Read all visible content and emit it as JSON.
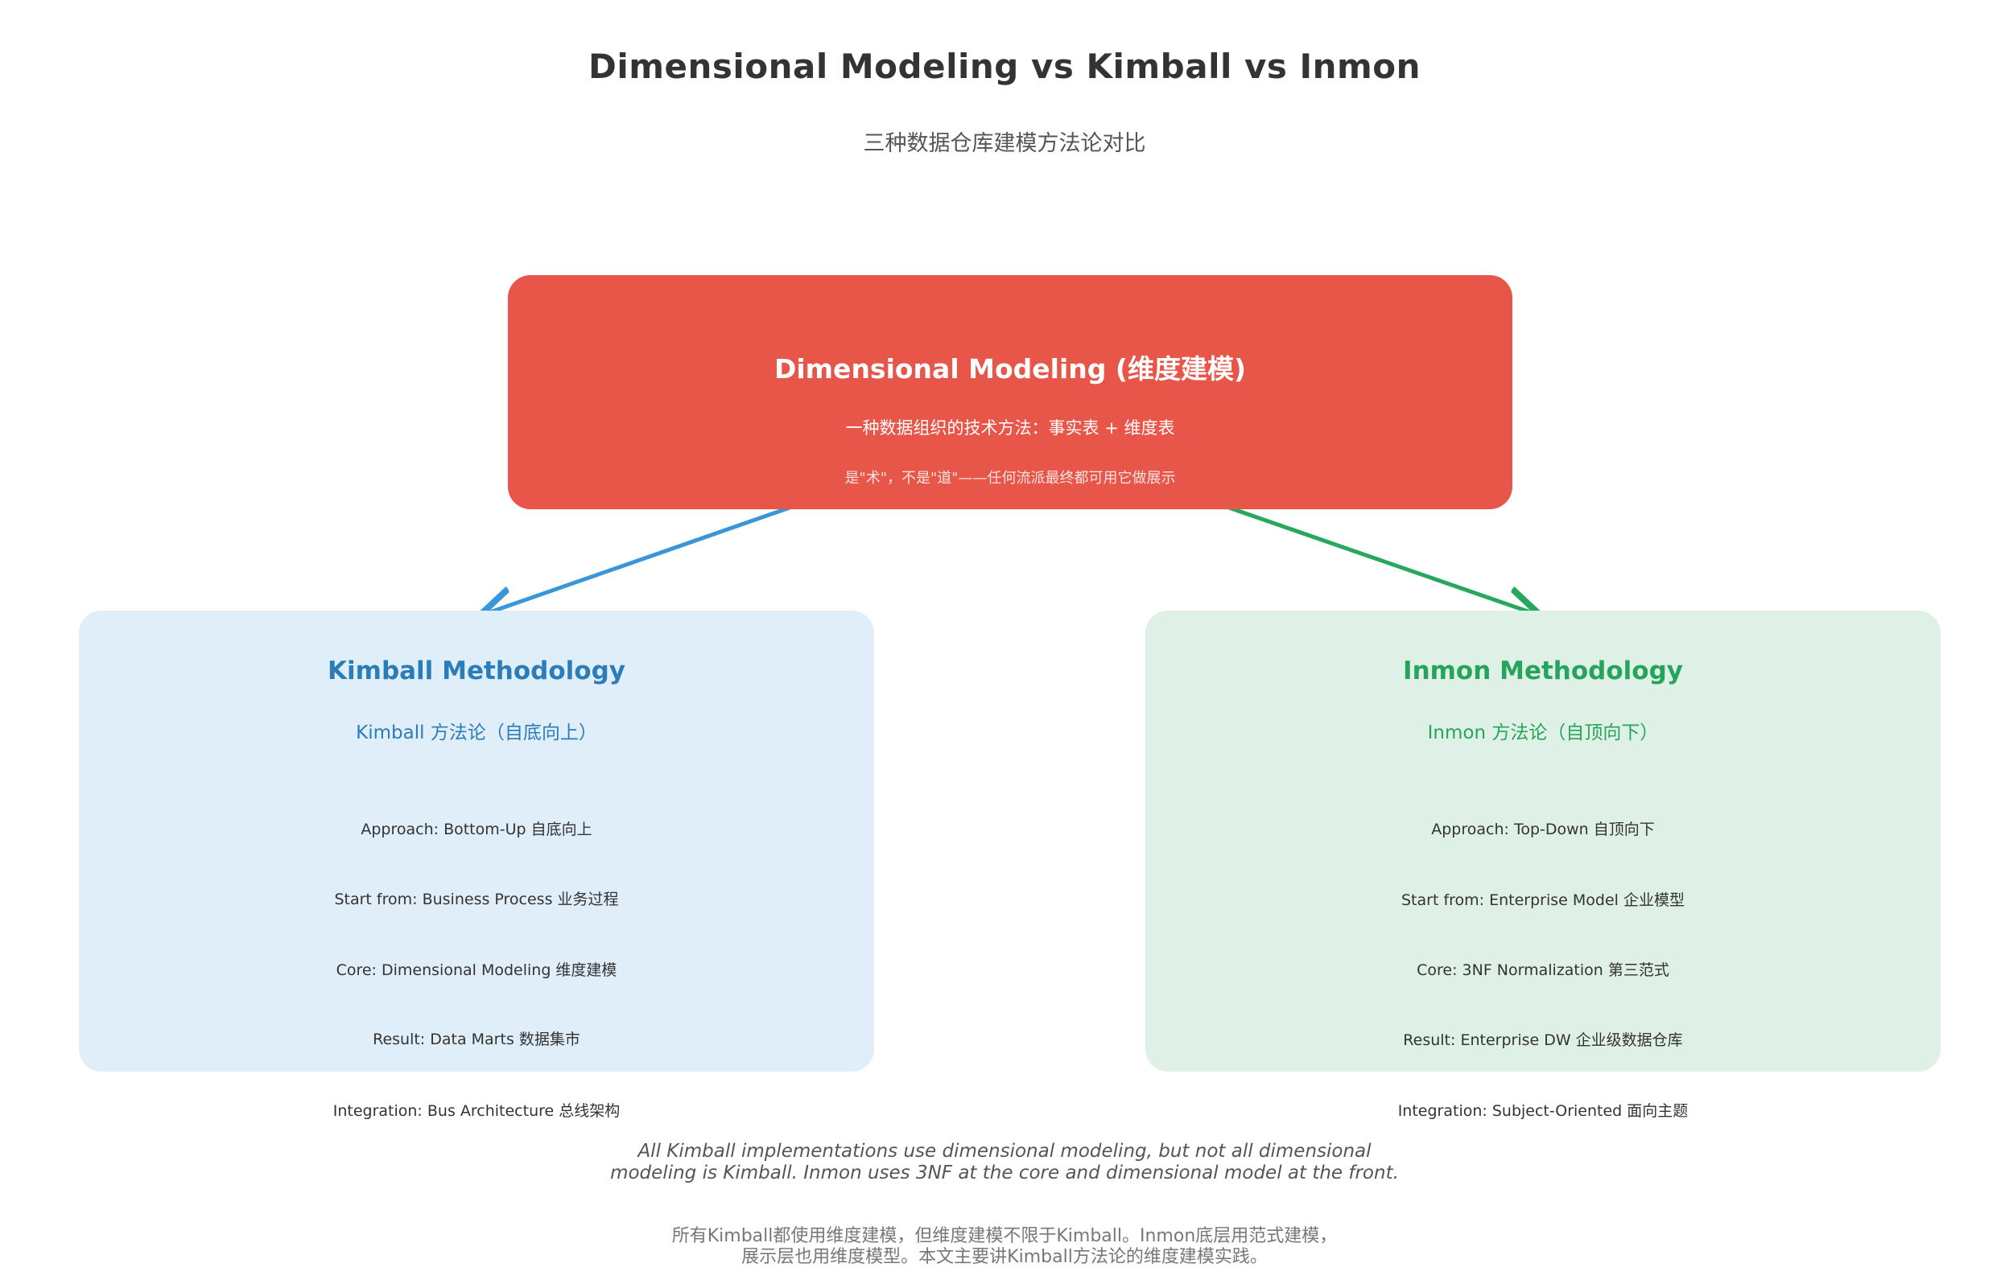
{
  "header": {
    "title": "Dimensional Modeling vs Kimball vs Inmon",
    "subtitle": "三种数据仓库建模方法论对比"
  },
  "top_box": {
    "title": "Dimensional Modeling (维度建模)",
    "line1": "一种数据组织的技术方法：事实表 + 维度表",
    "line2": "是\"术\"，不是\"道\"——任何流派最终都可用它做展示",
    "color": "#e85549"
  },
  "kimball": {
    "title": "Kimball Methodology",
    "subtitle": "Kimball 方法论（自底向上）",
    "color": "#2a7db8",
    "background": "#e0eef9",
    "arrow_color": "#3a96d8",
    "features": [
      "Approach: Bottom-Up 自底向上",
      "Start from: Business Process 业务过程",
      "Core: Dimensional Modeling 维度建模",
      "Result: Data Marts 数据集市",
      "Integration: Bus Architecture 总线架构"
    ]
  },
  "inmon": {
    "title": "Inmon Methodology",
    "subtitle": "Inmon 方法论（自顶向下）",
    "color": "#27a45b",
    "background": "#dff1e7",
    "arrow_color": "#27a85e",
    "features": [
      "Approach: Top-Down 自顶向下",
      "Start from: Enterprise Model 企业模型",
      "Core: 3NF Normalization 第三范式",
      "Result: Enterprise DW 企业级数据仓库",
      "Integration: Subject-Oriented 面向主题"
    ]
  },
  "footer": {
    "english_line1": "All Kimball implementations use dimensional modeling, but not all dimensional",
    "english_line2": "modeling is Kimball. Inmon uses 3NF at the core and dimensional model at the front.",
    "chinese_line1": "所有Kimball都使用维度建模，但维度建模不限于Kimball。Inmon底层用范式建模，",
    "chinese_line2": "展示层也用维度模型。本文主要讲Kimball方法论的维度建模实践。"
  }
}
